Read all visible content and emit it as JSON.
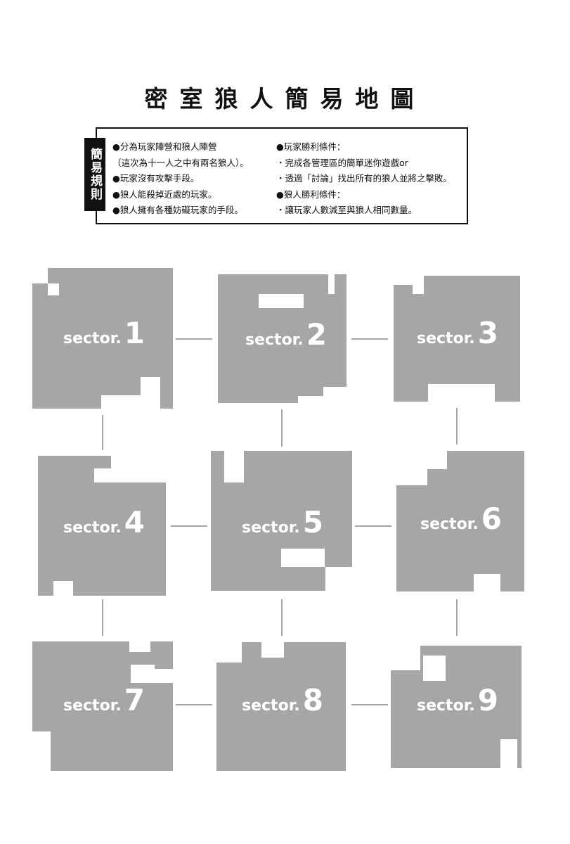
{
  "title": "密室狼人簡易地圖",
  "rules_tab": "簡易規則",
  "rules_left": [
    "●分為玩家陣營和狼人陣營",
    "（這次為十一人之中有兩名狼人）。",
    "●玩家沒有攻擊手段。",
    "●狼人能殺掉近處的玩家。",
    "●狼人擁有各種妨礙玩家的手段。"
  ],
  "rules_right": [
    "●玩家勝利條件：",
    "・完成各管理區的簡單迷你遊戲or",
    "・透過「討論」找出所有的狼人並將之擊敗。",
    "●狼人勝利條件：",
    "・讓玩家人數減至與狼人相同數量。"
  ],
  "sectors": [
    {
      "prefix": "sector.",
      "num": "1"
    },
    {
      "prefix": "sector.",
      "num": "2"
    },
    {
      "prefix": "sector.",
      "num": "3"
    },
    {
      "prefix": "sector.",
      "num": "4"
    },
    {
      "prefix": "sector.",
      "num": "5"
    },
    {
      "prefix": "sector.",
      "num": "6"
    },
    {
      "prefix": "sector.",
      "num": "7"
    },
    {
      "prefix": "sector.",
      "num": "8"
    },
    {
      "prefix": "sector.",
      "num": "9"
    }
  ],
  "colors": {
    "room": "#a6a6a6",
    "connector": "#a6a6a6",
    "label": "#ffffff"
  }
}
